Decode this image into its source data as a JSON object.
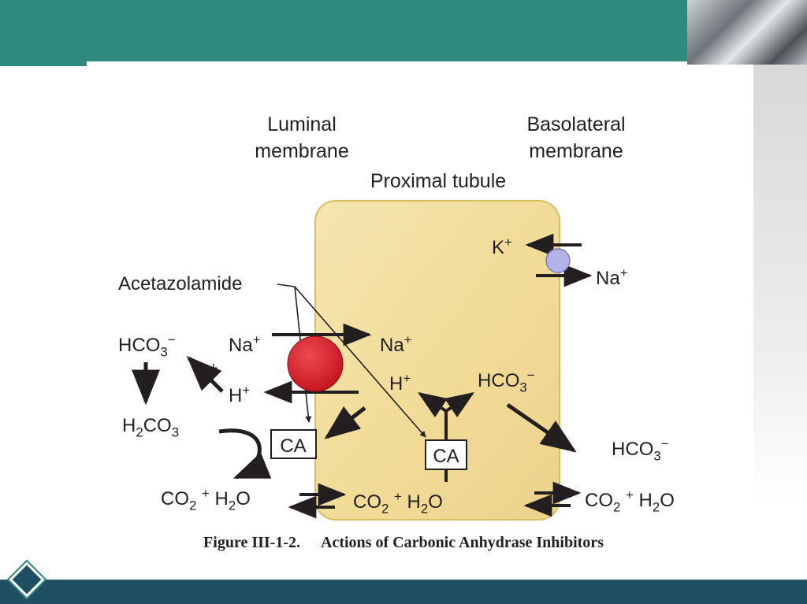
{
  "labels": {
    "luminal_1": "Luminal",
    "luminal_2": "membrane",
    "basolateral_1": "Basolateral",
    "basolateral_2": "membrane",
    "proximal_tubule": "Proximal tubule",
    "acetazolamide": "Acetazolamide",
    "k_plus": "K+",
    "na_plus_baso": "Na+",
    "hco3_lumen": "HCO3−",
    "h2co3": "H2CO3",
    "plus_sign": "+",
    "na_plus_lumen": "Na+",
    "na_plus_cell": "Na+",
    "h_plus_lumen": "H+",
    "h_plus_cell": "H+",
    "hco3_cell": "HCO3−",
    "hco3_blood": "HCO3−",
    "ca_lumen": "CA",
    "ca_cell": "CA",
    "eq_lumen": "CO2 + H2O",
    "eq_cell": "CO2 + H2O",
    "eq_blood": "CO2 + H2O"
  },
  "caption": {
    "number": "Figure III-1-2.",
    "title": "Actions of Carbonic Anhydrase Inhibitors"
  },
  "colors": {
    "teal": "#2e8a7c",
    "navy": "#1f4f62",
    "cell_fill": "#f1dc99",
    "cell_border": "#d9bd63",
    "transporter_red": "#d0202e",
    "pump_lavender": "#b3b3ea"
  }
}
